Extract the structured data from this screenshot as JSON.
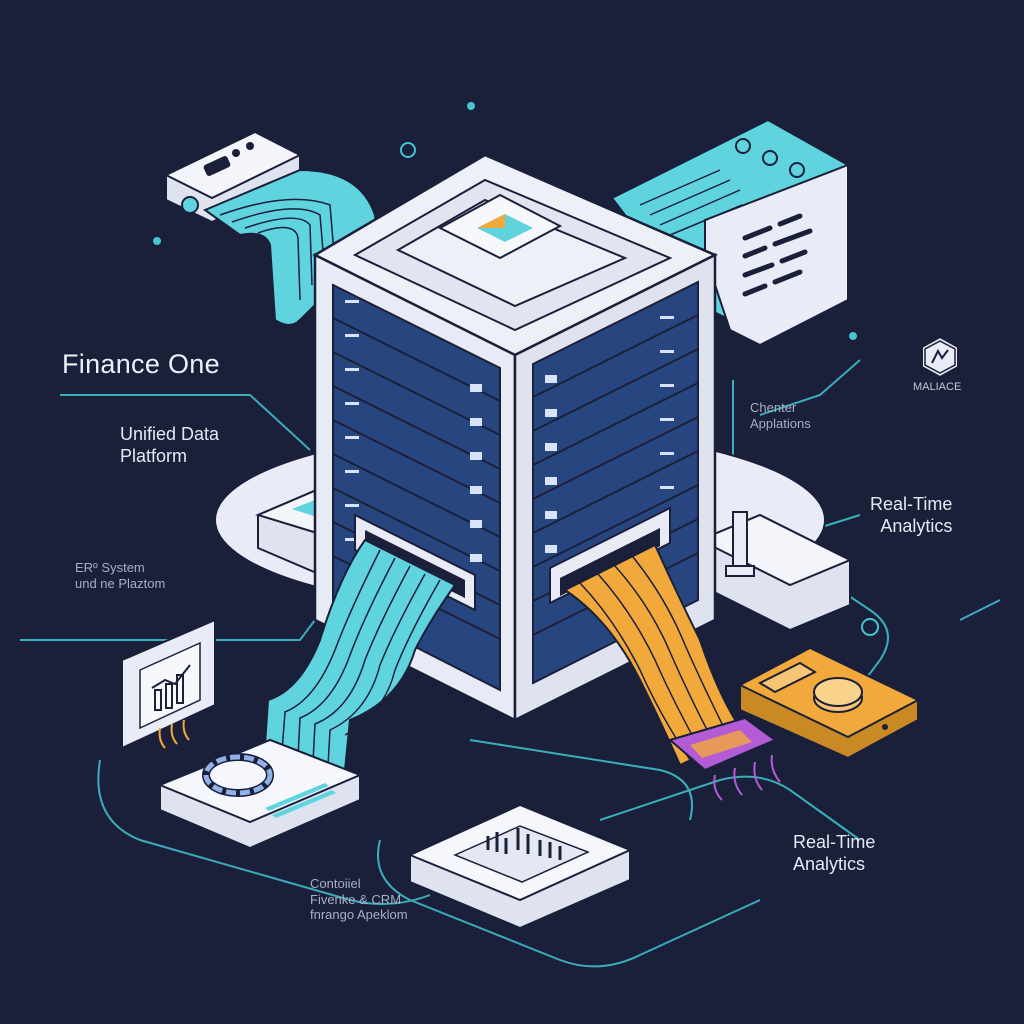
{
  "title": "Finance One",
  "labels": {
    "unified_line1": "Unified Data",
    "unified_line2": "Platform",
    "erp_line1": "ERº System",
    "erp_line2": "und ne Plaztom",
    "cluster_line1": "Chenter",
    "cluster_line2": "Applations",
    "badge": "MALIACE",
    "rta_top_line1": "Real-Time",
    "rta_top_line2": "Analytics",
    "rta_bottom_line1": "Real-Time",
    "rta_bottom_line2": "Analytics",
    "bottom_line1": "Contoiiel",
    "bottom_line2": "Fivenke & CRM",
    "bottom_line3": "fnrango Apeklom"
  },
  "colors": {
    "background": "#1a1f3a",
    "teal": "#5fd4df",
    "orange": "#f2a93b",
    "server_face": "#27467f",
    "server_frame": "#e8ebf5",
    "purple": "#b45bd6"
  },
  "icons": [
    "server-rack-icon",
    "chart-card-icon",
    "router-device-icon",
    "ring-chart-card-icon",
    "bar-chart-card-icon",
    "storage-card-icon",
    "document-panel-icon",
    "hexagon-badge-icon",
    "tower-icon"
  ]
}
